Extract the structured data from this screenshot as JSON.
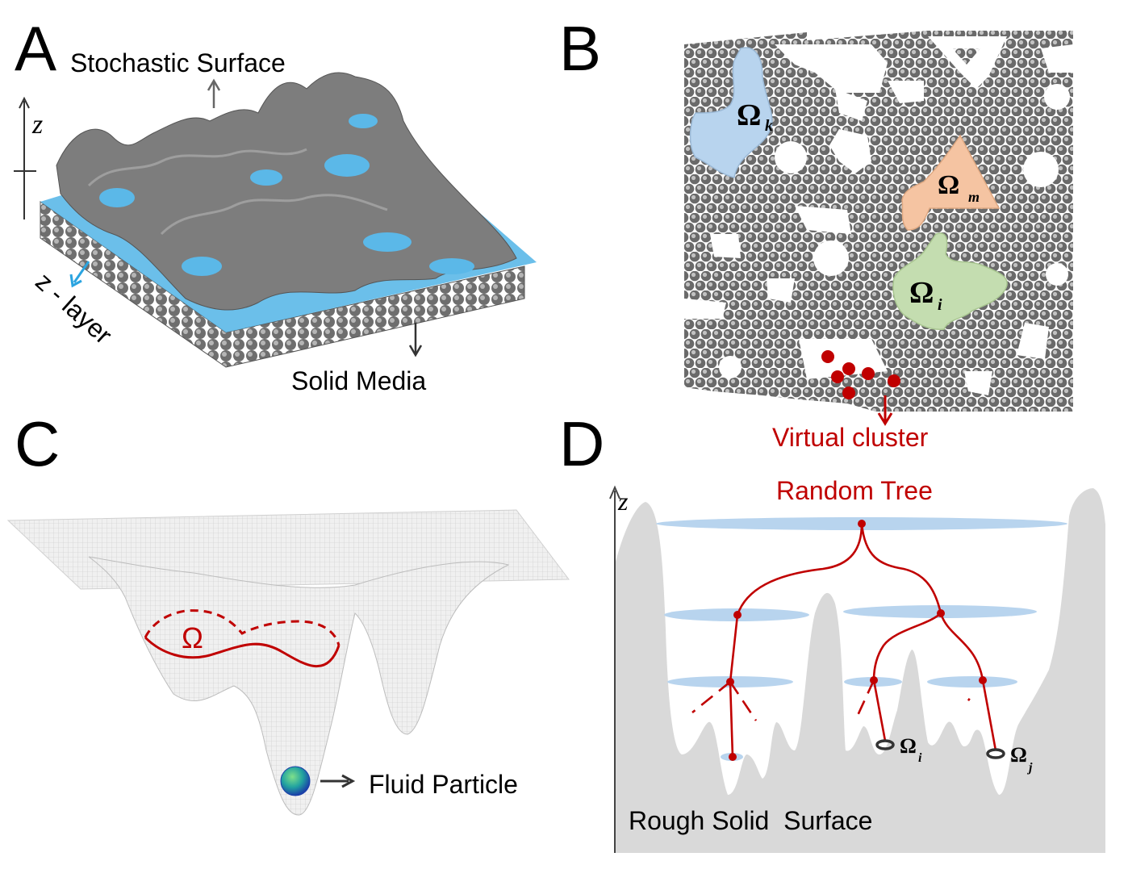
{
  "panels": {
    "a": {
      "label": "A",
      "stochastic_surface": "Stochastic Surface",
      "solid_media": "Solid Media",
      "z_axis": "z",
      "z_layer": "z - layer"
    },
    "b": {
      "label": "B",
      "omega_k": "Ω",
      "omega_k_sub": "k",
      "omega_m": "Ω",
      "omega_m_sub": "m",
      "omega_i": "Ω",
      "omega_i_sub": "i",
      "virtual_cluster": "Virtual cluster"
    },
    "c": {
      "label": "C",
      "omega": "Ω",
      "fluid_particle": "Fluid Particle"
    },
    "d": {
      "label": "D",
      "z_axis": "z",
      "random_tree": "Random Tree",
      "rough_surface": "Rough Solid  Surface",
      "omega_i": "Ω",
      "omega_i_sub": "i",
      "omega_j": "Ω",
      "omega_j_sub": "j"
    }
  },
  "colors": {
    "accent_red": "#c00000",
    "water_blue": "#5bb8e8",
    "solid_gray": "#7a7a7a",
    "pore_blue": "#b8d4ee",
    "pore_orange": "#f5c4a2",
    "pore_green": "#c4ddb0",
    "surface_gray": "#d9d9d9"
  }
}
